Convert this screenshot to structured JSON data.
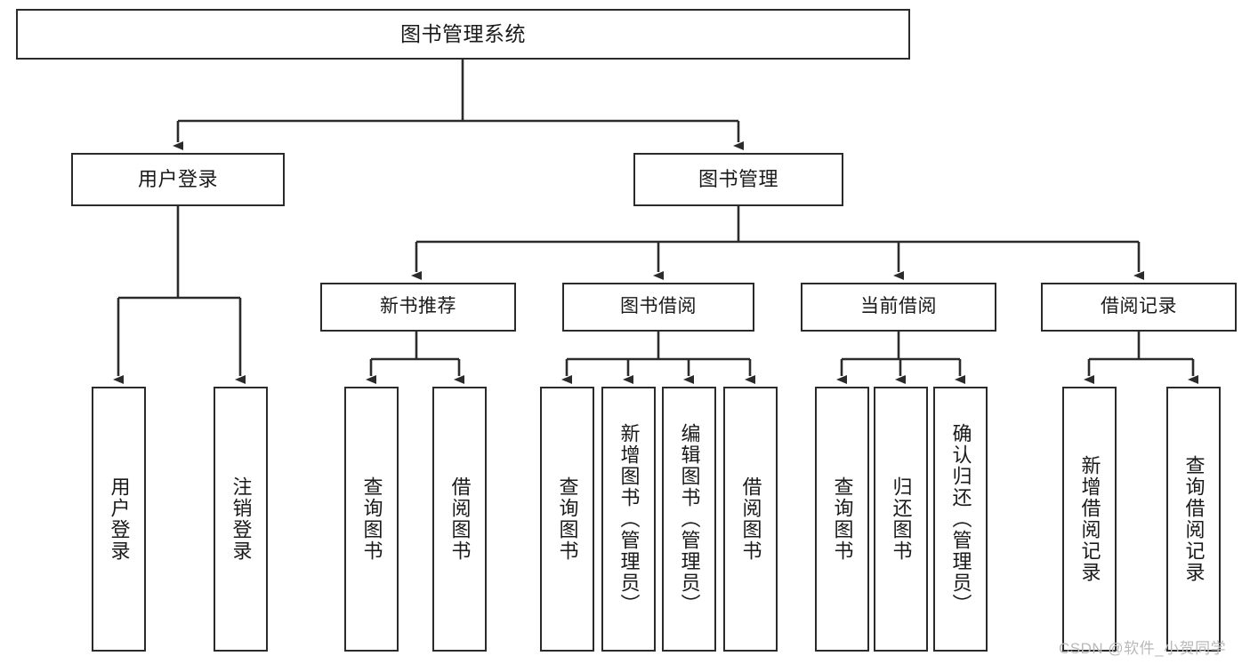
{
  "diagram": {
    "type": "tree-hierarchy",
    "title": "图书管理系统",
    "watermark": "CSDN @软件_小贺同学",
    "colors": {
      "stroke": "#2b2b2b",
      "fill": "#ffffff",
      "text": "#1a1a1a",
      "watermark": "#b9b9b9"
    },
    "root": {
      "label": "图书管理系统"
    },
    "level2": [
      {
        "label": "用户登录"
      },
      {
        "label": "图书管理"
      }
    ],
    "level3": [
      {
        "label": "新书推荐"
      },
      {
        "label": "图书借阅"
      },
      {
        "label": "当前借阅"
      },
      {
        "label": "借阅记录"
      }
    ],
    "leaves": [
      {
        "label": "用户登录",
        "parent": "用户登录"
      },
      {
        "label": "注销登录",
        "parent": "用户登录"
      },
      {
        "label": "查询图书",
        "parent": "新书推荐"
      },
      {
        "label": "借阅图书",
        "parent": "新书推荐"
      },
      {
        "label": "查询图书",
        "parent": "图书借阅"
      },
      {
        "label": "新增图书（管理员）",
        "parent": "图书借阅"
      },
      {
        "label": "编辑图书（管理员）",
        "parent": "图书借阅"
      },
      {
        "label": "借阅图书",
        "parent": "图书借阅"
      },
      {
        "label": "查询图书",
        "parent": "当前借阅"
      },
      {
        "label": "归还图书",
        "parent": "当前借阅"
      },
      {
        "label": "确认归还（管理员）",
        "parent": "当前借阅"
      },
      {
        "label": "新增借阅记录",
        "parent": "借阅记录"
      },
      {
        "label": "查询借阅记录",
        "parent": "借阅记录"
      }
    ]
  }
}
